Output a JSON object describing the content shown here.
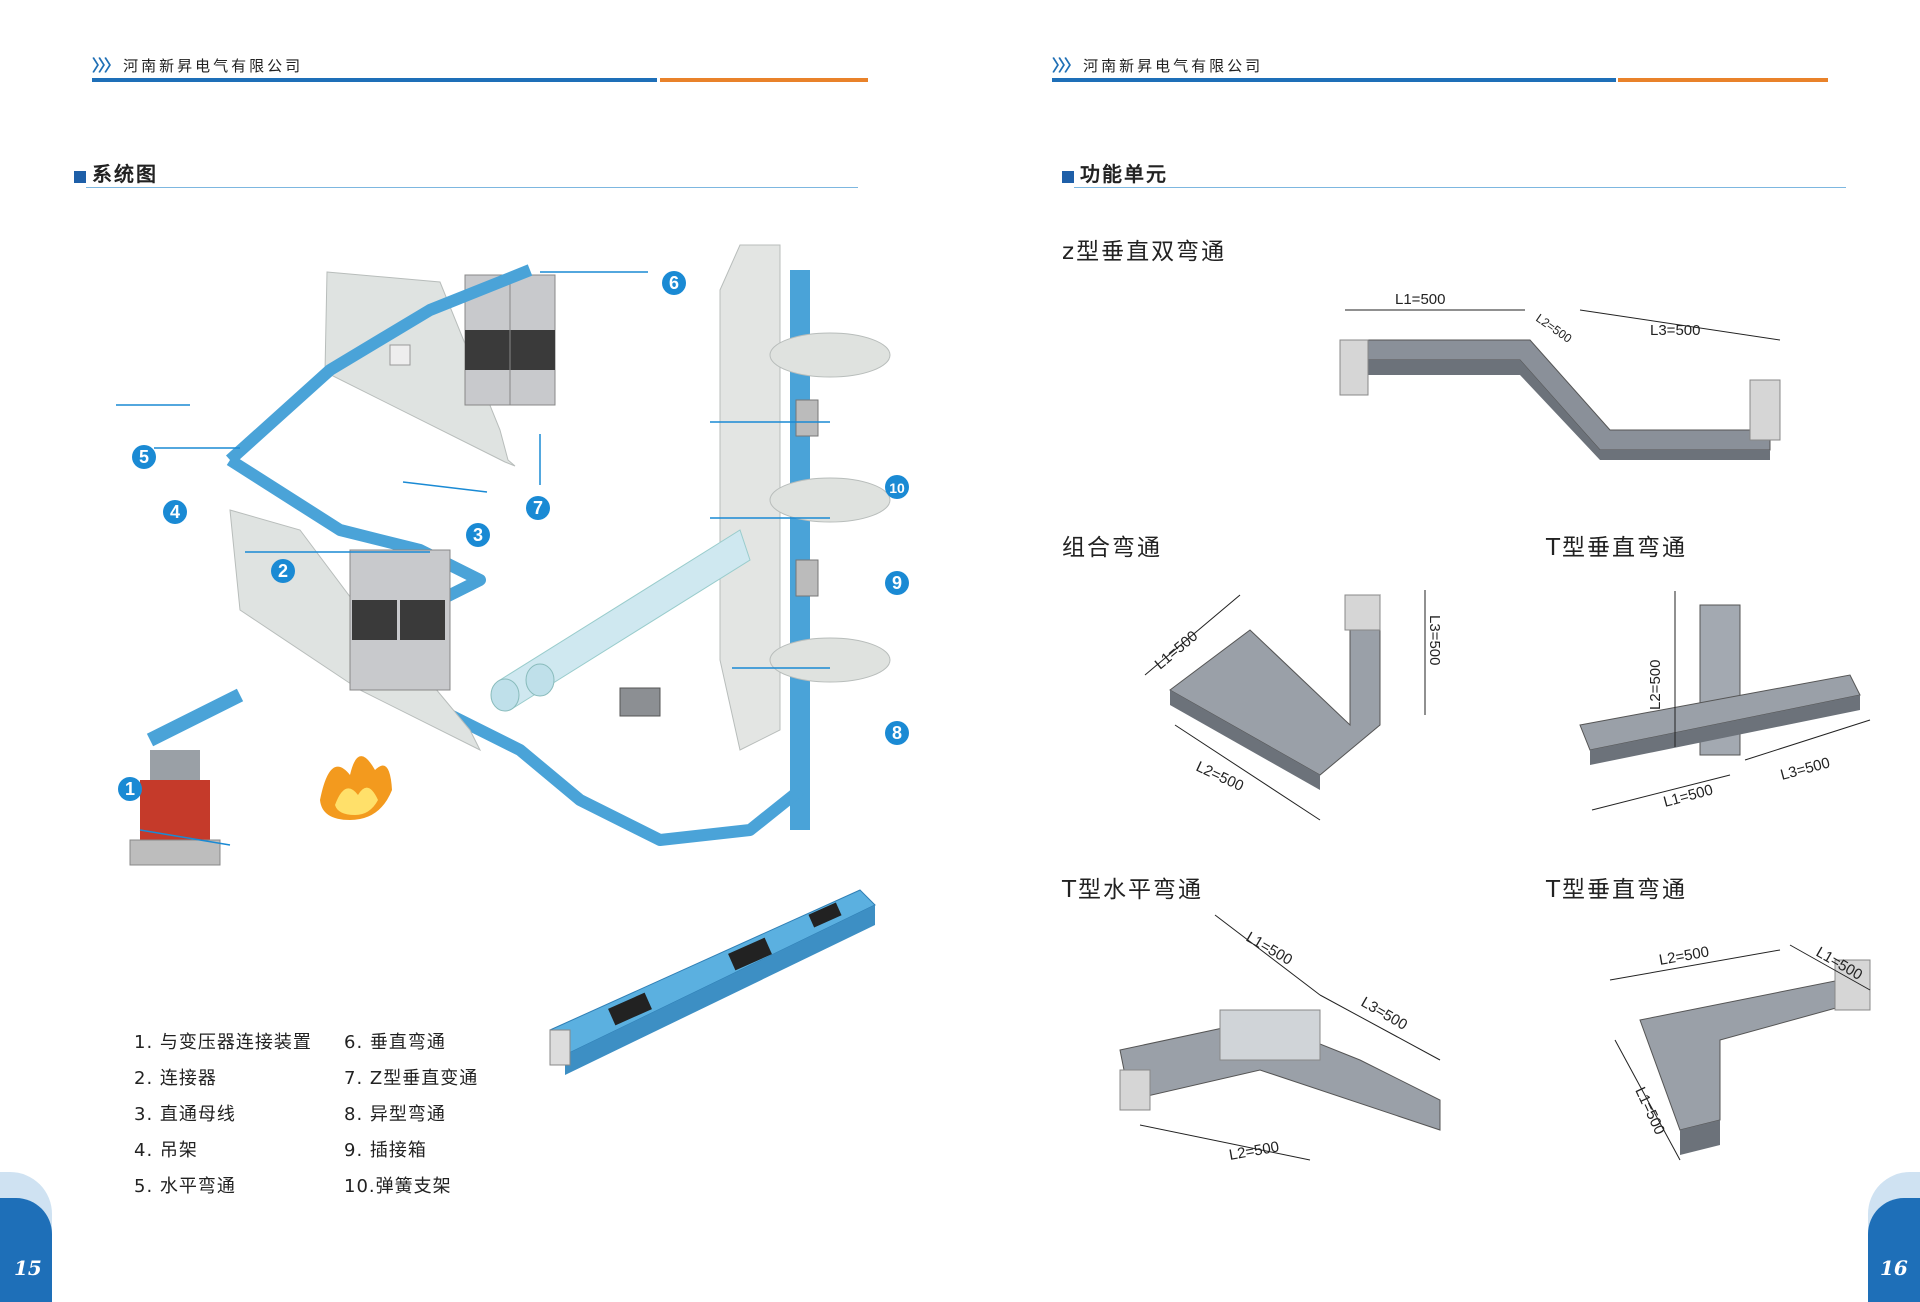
{
  "left_page": {
    "company": "河南新昇电气有限公司",
    "section_title": "系统图",
    "page_number": "15",
    "callouts": [
      "1",
      "2",
      "3",
      "4",
      "5",
      "6",
      "7",
      "8",
      "9",
      "10"
    ],
    "legend": [
      "1. 与变压器连接装置",
      "6. 垂直弯通",
      "2. 连接器",
      "7. Z型垂直变通",
      "3. 直通母线",
      "8. 异型弯通",
      "4. 吊架",
      "9. 插接箱",
      "5. 水平弯通",
      "10.弹簧支架"
    ]
  },
  "right_page": {
    "company": "河南新昇电气有限公司",
    "section_title": "功能单元",
    "page_number": "16",
    "units": [
      {
        "title": "z型垂直双弯通",
        "dims": [
          "L1=500",
          "L2=500",
          "L3=500"
        ]
      },
      {
        "title": "组合弯通",
        "dims": [
          "L1=500",
          "L2=500",
          "L3=500"
        ]
      },
      {
        "title": "T型垂直弯通",
        "dims": [
          "L2=500",
          "L1=500",
          "L3=500"
        ]
      },
      {
        "title": "T型水平弯通",
        "dims": [
          "L1=500",
          "L3=500",
          "L2=500"
        ]
      },
      {
        "title": "T型垂直弯通",
        "dims": [
          "L2=500",
          "L1=500",
          "L1=500"
        ]
      }
    ]
  },
  "colors": {
    "accent_blue": "#1e6fb8",
    "accent_orange": "#e9822a",
    "busway": "#4aa3d8",
    "callout": "#1a8ad4"
  }
}
